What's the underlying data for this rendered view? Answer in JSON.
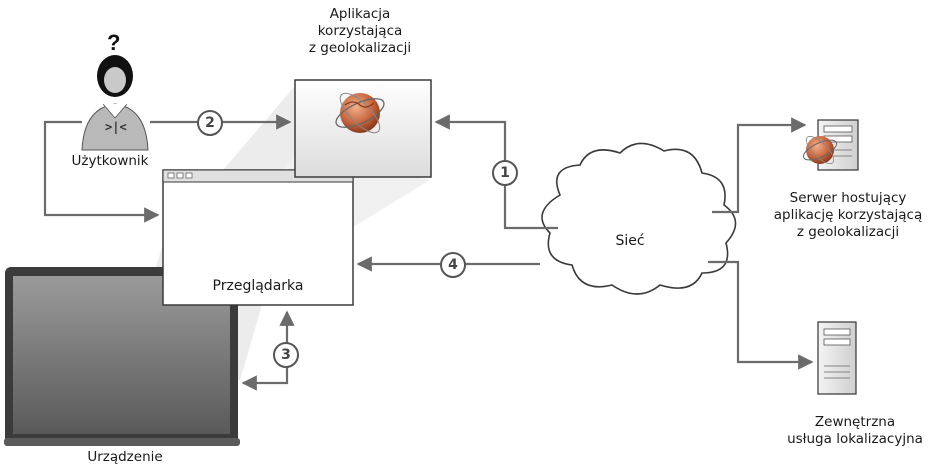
{
  "app_label": [
    "Aplikacja",
    "korzystająca",
    "z geolokalizacji"
  ],
  "user_label": "Użytkownik",
  "user_question_mark": "?",
  "user_badge": ">|<",
  "browser_label": "Przeglądarka",
  "device_label": "Urządzenie",
  "network_label": "Sieć",
  "server_label": [
    "Serwer hostujący",
    "aplikację korzystającą",
    "z geolokalizacji"
  ],
  "location_service_label": [
    "Zewnętrzna",
    "usługa lokalizacyjna"
  ],
  "steps": [
    "1",
    "2",
    "3",
    "4"
  ],
  "colors": {
    "arrow": "#6b6b6b",
    "box_border": "#3a3a3a",
    "shadow": "#e8e8e8",
    "globe": "#c8643c"
  }
}
